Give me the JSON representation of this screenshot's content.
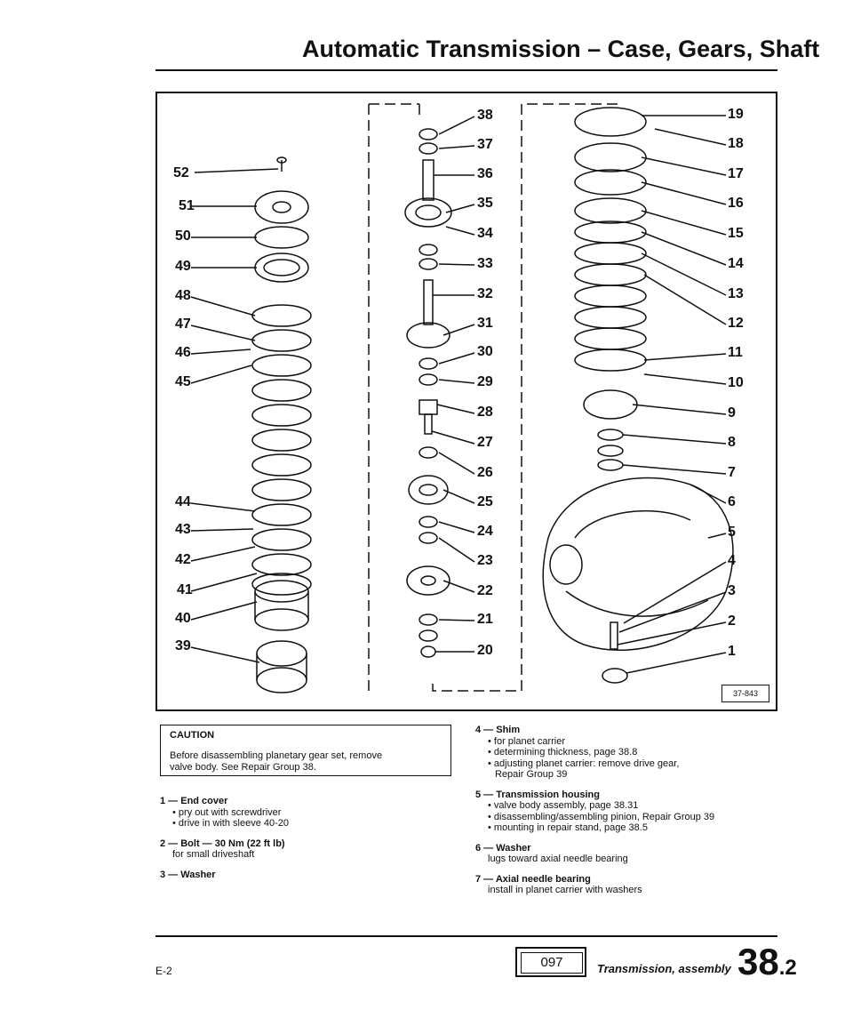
{
  "header": {
    "title": "Automatic Transmission – Case, Gears, Shaft"
  },
  "figure": {
    "ref": "37-843",
    "callouts": [
      "1",
      "2",
      "3",
      "4",
      "5",
      "6",
      "7",
      "8",
      "9",
      "10",
      "11",
      "12",
      "13",
      "14",
      "15",
      "16",
      "17",
      "18",
      "19",
      "20",
      "21",
      "22",
      "23",
      "24",
      "25",
      "26",
      "27",
      "28",
      "29",
      "30",
      "31",
      "32",
      "33",
      "34",
      "35",
      "36",
      "37",
      "38",
      "39",
      "40",
      "41",
      "42",
      "43",
      "44",
      "45",
      "46",
      "47",
      "48",
      "49",
      "50",
      "51",
      "52"
    ]
  },
  "caution": {
    "heading": "CAUTION",
    "text_line1": "Before disassembling planetary gear set, remove",
    "text_line2": "valve body. See Repair Group 38."
  },
  "items_left": [
    {
      "heading": "1 — End cover",
      "lines": [
        "• pry out with screwdriver",
        "• drive in with sleeve 40-20"
      ]
    },
    {
      "heading": "2 — Bolt — 30 Nm (22 ft lb)",
      "lines": [
        "for small driveshaft"
      ]
    },
    {
      "heading": "3 — Washer",
      "lines": []
    }
  ],
  "items_right": [
    {
      "heading": "4 — Shim",
      "lines": [
        "• for planet carrier",
        "• determining thickness, page 38.8",
        "• adjusting planet carrier: remove drive gear,",
        "Repair Group 39"
      ]
    },
    {
      "heading": "5 — Transmission housing",
      "lines": [
        "• valve body assembly, page 38.31",
        "• disassembling/assembling pinion, Repair Group 39",
        "• mounting in repair stand, page 38.5"
      ]
    },
    {
      "heading": "6 — Washer",
      "lines": [
        "lugs toward axial needle bearing"
      ]
    },
    {
      "heading": "7 — Axial needle bearing",
      "lines": [
        "install in planet carrier with washers"
      ]
    }
  ],
  "footer": {
    "code": "E-2",
    "badge": "097",
    "label": "Transmission, assembly",
    "page_main": "38",
    "page_sub": ".2"
  }
}
